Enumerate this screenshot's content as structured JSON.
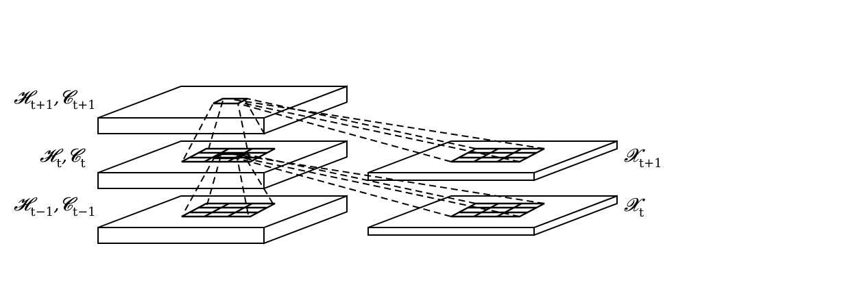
{
  "layers": {
    "h_top": {
      "label": "𝓗",
      "sub": "t+1",
      "label2": "𝓒",
      "sub2": "t+1"
    },
    "h_mid": {
      "label": "𝓗",
      "sub": "t",
      "label2": "𝓒",
      "sub2": "t"
    },
    "h_bot": {
      "label": "𝓗",
      "sub": "t−1",
      "label2": "𝓒",
      "sub2": "t−1"
    },
    "x_top": {
      "label": "𝓧",
      "sub": "t+1"
    },
    "x_bot": {
      "label": "𝓧",
      "sub": "t"
    }
  }
}
